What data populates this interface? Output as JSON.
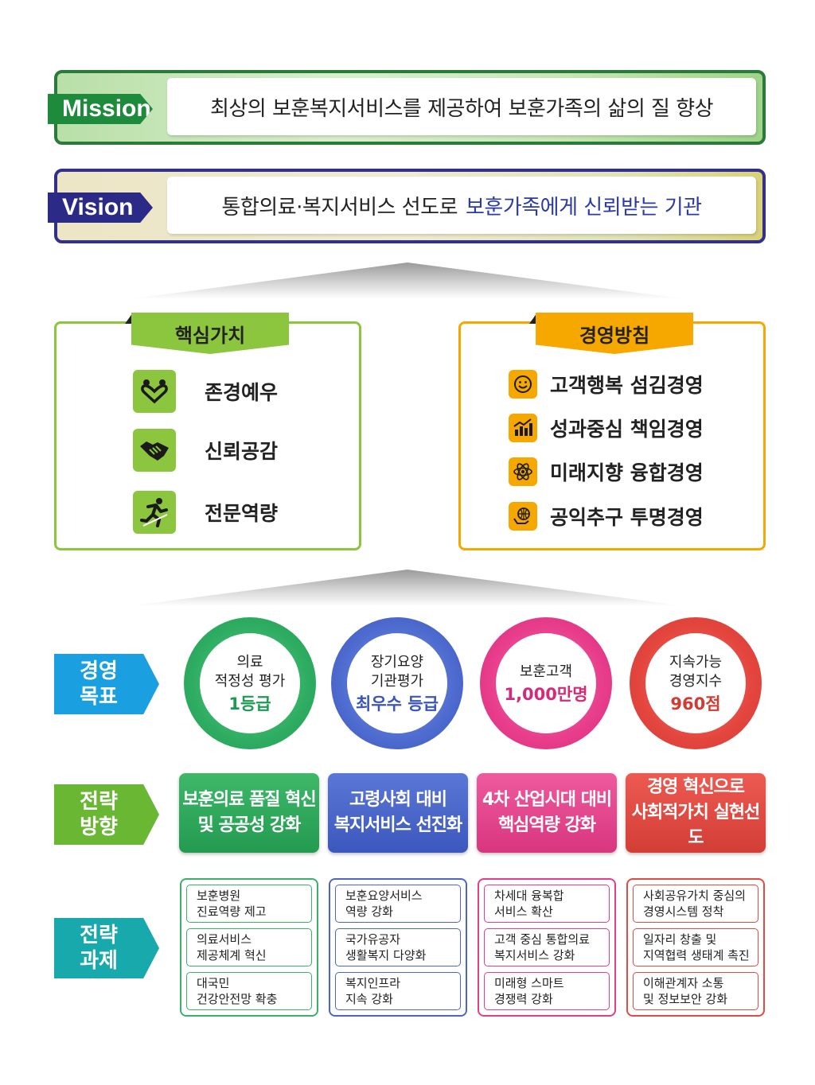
{
  "mission": {
    "tag": "Mission",
    "text": "최상의 보훈복지서비스를 제공하여 보훈가족의 삶의 질 향상"
  },
  "vision": {
    "tag": "Vision",
    "text_plain": "통합의료·복지서비스 선도로",
    "text_emphasis": "보훈가족에게 신뢰받는 기관"
  },
  "core_values": {
    "title": "핵심가치",
    "items": [
      {
        "label": "존경예우",
        "icon": "heart-people-icon"
      },
      {
        "label": "신뢰공감",
        "icon": "handshake-icon"
      },
      {
        "label": "전문역량",
        "icon": "runner-icon"
      }
    ]
  },
  "management_policy": {
    "title": "경영방침",
    "items": [
      {
        "label": "고객행복 섬김경영",
        "icon": "smile-icon"
      },
      {
        "label": "성과중심 책임경영",
        "icon": "growth-chart-icon"
      },
      {
        "label": "미래지향 융합경영",
        "icon": "atom-icon"
      },
      {
        "label": "공익추구 투명경영",
        "icon": "globe-hands-icon"
      }
    ]
  },
  "side_tags": {
    "goal": {
      "line1": "경영",
      "line2": "목표"
    },
    "direction": {
      "line1": "전략",
      "line2": "방향"
    },
    "task": {
      "line1": "전략",
      "line2": "과제"
    }
  },
  "goals": [
    {
      "line1": "의료",
      "line2": "적정성 평가",
      "value": "1등급",
      "color": "#1e9a52"
    },
    {
      "line1": "장기요양",
      "line2": "기관평가",
      "value": "최우수 등급",
      "color": "#3b55be"
    },
    {
      "line1": "",
      "line2": "보훈고객",
      "value": "1,000만명",
      "color": "#d42a78"
    },
    {
      "line1": "지속가능",
      "line2": "경영지수",
      "value": "960점",
      "color": "#d23a33"
    }
  ],
  "directions": [
    {
      "line1": "보훈의료 품질 혁신",
      "line2": "및 공공성 강화"
    },
    {
      "line1": "고령사회 대비",
      "line2": "복지서비스 선진화"
    },
    {
      "line1": "4차 산업시대 대비",
      "line2": "핵심역량 강화"
    },
    {
      "line1": "경영 혁신으로",
      "line2": "사회적가치 실현선도"
    }
  ],
  "tasks": [
    [
      {
        "line1": "보훈병원",
        "line2": "진료역량 제고"
      },
      {
        "line1": "의료서비스",
        "line2": "제공체계 혁신"
      },
      {
        "line1": "대국민",
        "line2": "건강안전망 확충"
      }
    ],
    [
      {
        "line1": "보훈요양서비스",
        "line2": "역량 강화"
      },
      {
        "line1": "국가유공자",
        "line2": "생활복지 다양화"
      },
      {
        "line1": "복지인프라",
        "line2": "지속 강화"
      }
    ],
    [
      {
        "line1": "차세대 융복합",
        "line2": "서비스 확산"
      },
      {
        "line1": "고객 중심 통합의료",
        "line2": "복지서비스 강화"
      },
      {
        "line1": "미래형 스마트",
        "line2": "경쟁력 강화"
      }
    ],
    [
      {
        "line1": "사회공유가치 중심의",
        "line2": "경영시스템 정착"
      },
      {
        "line1": "일자리 창출 및",
        "line2": "지역협력 생태계 촉진"
      },
      {
        "line1": "이해관계자 소통",
        "line2": "및 정보보안 강화"
      }
    ]
  ]
}
